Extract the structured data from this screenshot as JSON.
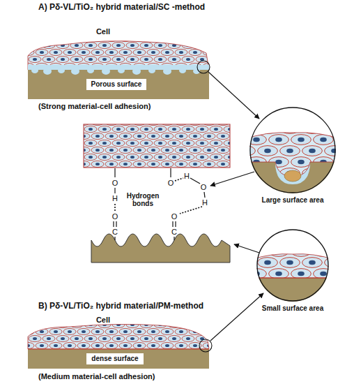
{
  "diagram": {
    "nodes": [
      {
        "text": [
          "Porous surface"
        ]
      },
      {
        "text": [
          "Large surface area"
        ]
      },
      {
        "text": [
          "Small surface area"
        ]
      },
      {
        "text": [
          "dense surface"
        ]
      }
    ],
    "labels": [
      "A) Pδ-VL/TiO₂ hybrid material/SC -method",
      "Cell",
      "(Strong material-cell adhesion)",
      "Hydrogen bonds",
      "O",
      "O",
      "H",
      "O",
      "H",
      "H",
      "O",
      "O",
      "C",
      "C",
      "B) Pδ-VL/TiO₂ hybrid material/PM-method",
      "Cell",
      "(Medium material-cell adhesion)"
    ]
  }
}
